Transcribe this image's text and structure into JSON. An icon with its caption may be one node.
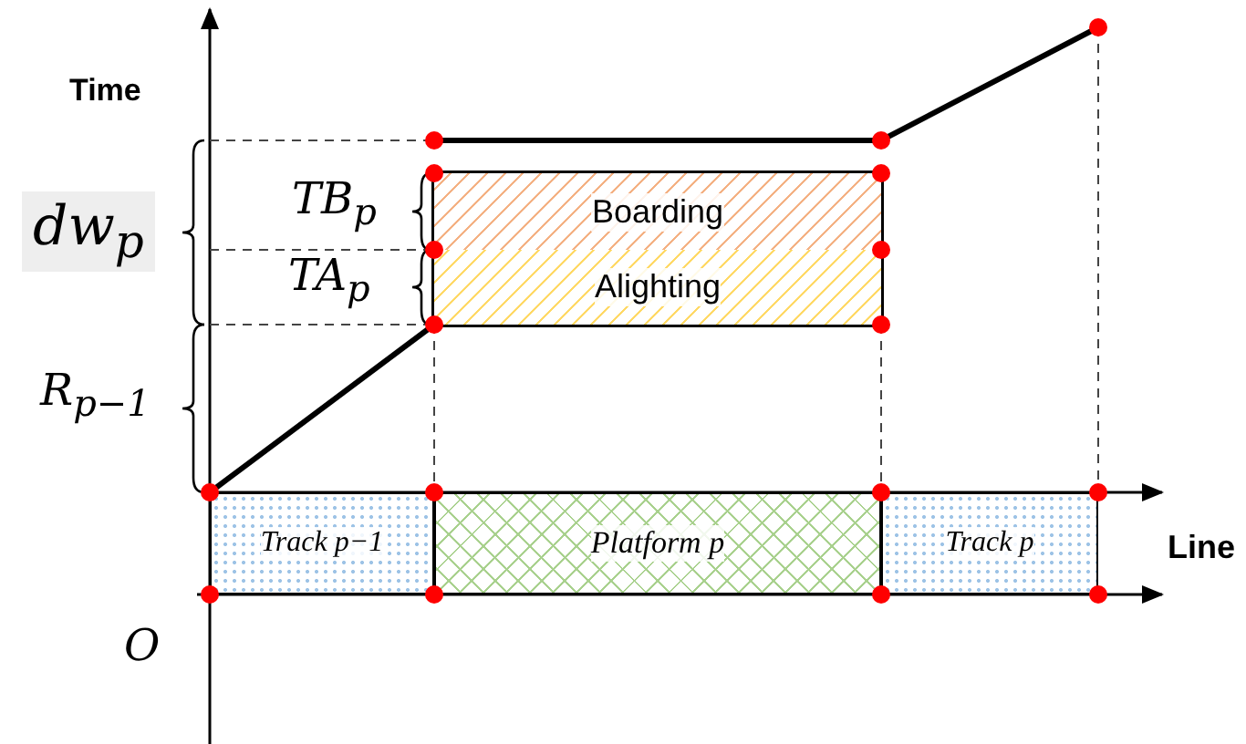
{
  "diagram": {
    "nodes": [
      {
        "text": [
          "Boarding"
        ]
      },
      {
        "text": [
          "Alighting"
        ]
      },
      {
        "text": [
          "Track p−1"
        ]
      },
      {
        "text": [
          "Platform p"
        ]
      },
      {
        "text": [
          "Track p"
        ]
      }
    ],
    "labels": [
      "Time",
      "dw$_{p}$",
      "TB$_{p}$",
      "TA$_{p}$",
      "R$_{p−1}$",
      "Line",
      "O"
    ]
  }
}
